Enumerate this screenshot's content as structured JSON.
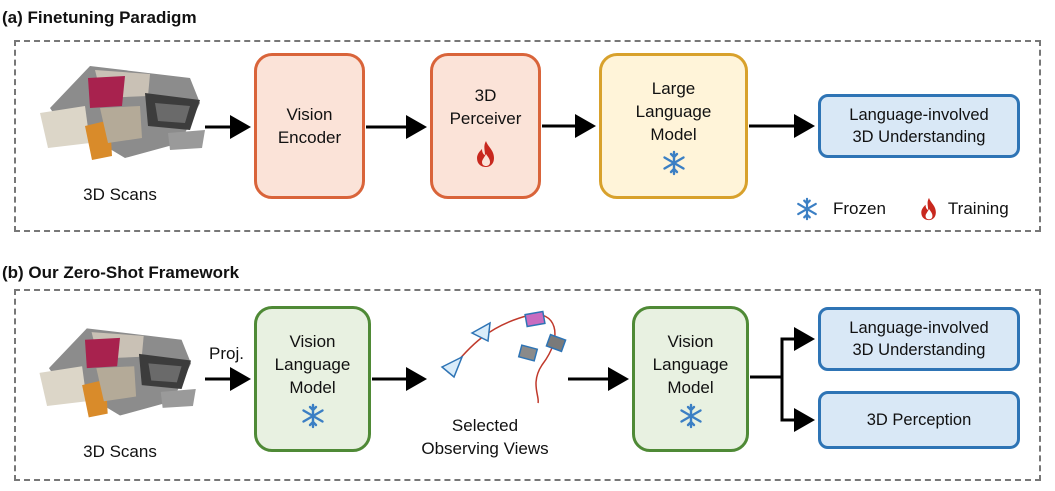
{
  "section_a": {
    "title": "(a)  Finetuning Paradigm",
    "scan_caption": "3D Scans",
    "vision_encoder": "Vision\nEncoder",
    "perceiver": "3D\nPerceiver",
    "llm": "Large\nLanguage\nModel",
    "output": "Language-involved\n3D Understanding",
    "legend": {
      "frozen": "Frozen",
      "training": "Training"
    }
  },
  "section_b": {
    "title": "(b)  Our Zero-Shot Framework",
    "scan_caption": "3D Scans",
    "proj_label": "Proj.",
    "vlm_1": "Vision\nLanguage\nModel",
    "views_caption": "Selected\nObserving Views",
    "vlm_2": "Vision\nLanguage\nModel",
    "output_1": "Language-involved\n3D Understanding",
    "output_2": "3D Perception"
  },
  "icons": {
    "frozen": "snowflake-icon",
    "training": "flame-icon"
  },
  "colors": {
    "orange_border": "#d9643a",
    "orange_fill": "#fbe3d8",
    "yellow_border": "#d8a12c",
    "yellow_fill": "#fff4d9",
    "green_border": "#4f8a36",
    "green_fill": "#e8f1e1",
    "blue_border": "#2e74b5",
    "blue_fill": "#d9e8f6",
    "snowflake": "#3b7fc4",
    "flame": "#c8281e"
  }
}
